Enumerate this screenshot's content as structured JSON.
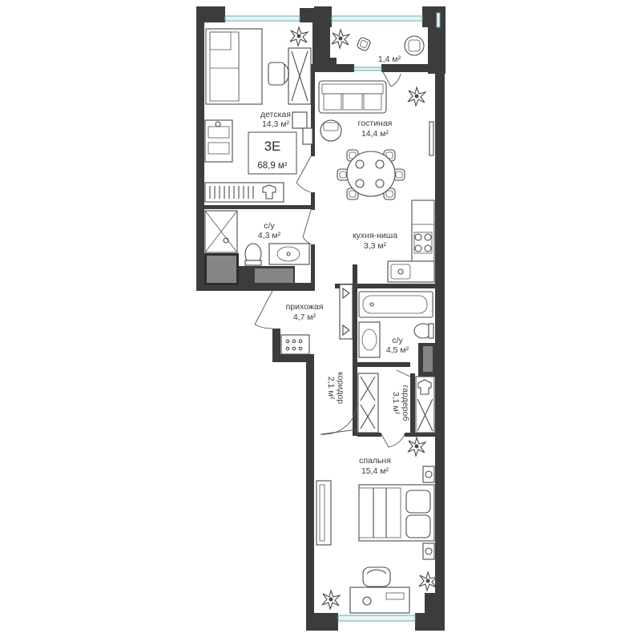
{
  "apartment": {
    "type_label": "3Е",
    "total_area": "68,9 м²"
  },
  "rooms": {
    "kids": {
      "name": "детская",
      "area": "14,3 м²"
    },
    "balcony": {
      "area": "1,4 м²"
    },
    "living": {
      "name": "гостиная",
      "area": "14,4 м²"
    },
    "bath1": {
      "name": "с/у",
      "area": "4,3 м²"
    },
    "kitchen": {
      "name": "кухня-ниша",
      "area": "3,3 м²"
    },
    "hall": {
      "name": "прихожая",
      "area": "4,7 м²"
    },
    "bath2": {
      "name": "с/у",
      "area": "4,5 м²"
    },
    "corridor": {
      "name": "коридор",
      "area": "2,1 м²"
    },
    "wardrobe": {
      "name": "гардероб",
      "area": "3,1 м²"
    },
    "bedroom": {
      "name": "спальня",
      "area": "15,4 м²"
    }
  },
  "colors": {
    "wall": "#3c3c3c",
    "window": "#6fa9ad",
    "furniture": "#4a4a4a"
  }
}
